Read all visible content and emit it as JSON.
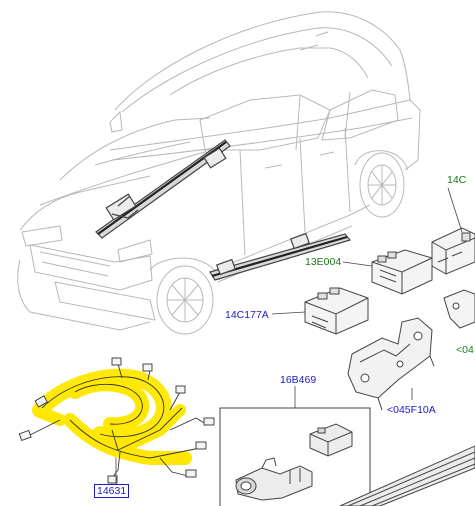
{
  "labels": {
    "l_14c_top": "14C",
    "l_13e004": "13E004",
    "l_14c177a": "14C177A",
    "l_04_right": "<04",
    "l_16b469": "16B469",
    "l_045f10a": "<045F10A",
    "l_14631": "14631"
  },
  "colors": {
    "line": "#444444",
    "faint": "#b8b8b8",
    "blue_label": "#1a1ac8",
    "green_label": "#1a7a1a",
    "harness_highlight": "#ffe800"
  }
}
